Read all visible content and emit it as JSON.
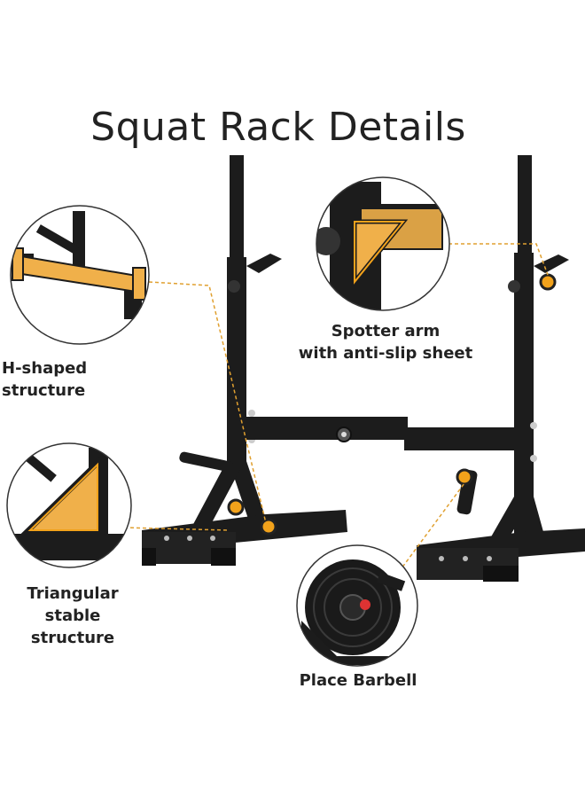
{
  "title": "Squat Rack Details",
  "labels": {
    "h_shaped": "H-shaped structure",
    "spotter_line1": "Spotter arm",
    "spotter_line2": "with anti-slip sheet",
    "triangular_line1": "Triangular stable",
    "triangular_line2": "structure",
    "place_barbell": "Place Barbell"
  },
  "colors": {
    "frame": "#1c1c1c",
    "accent": "#f2a21b",
    "accent_fill": "#f0b04a",
    "text": "#222222",
    "callout_ring": "#333333"
  },
  "icons": {
    "callout_marker": "orange-ring"
  }
}
